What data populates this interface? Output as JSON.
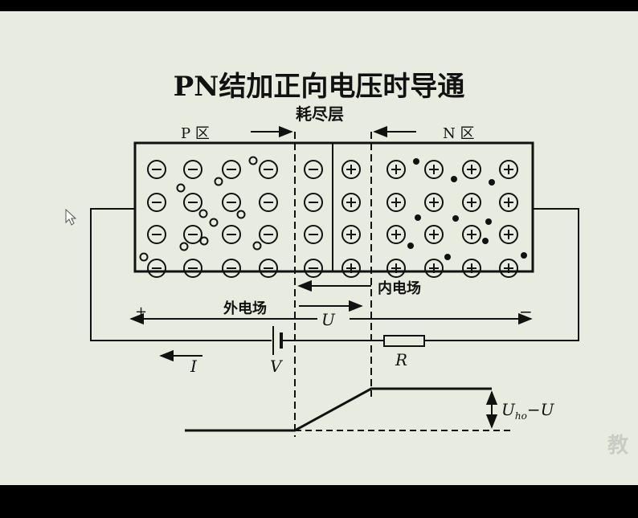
{
  "title": "PN结加正向电压时导通",
  "depletion_label": "耗尽层",
  "p_region_label": "P 区",
  "n_region_label": "N 区",
  "internal_field_label": "内电场",
  "external_field_label": "外电场",
  "plus_sign": "+",
  "minus_sign": "−",
  "voltage_U_label": "U",
  "current_label": "I",
  "battery_label": "V",
  "resistor_label": "R",
  "potential_label_main": "U",
  "potential_label_sub": "ho",
  "potential_label_tail": "−U",
  "watermark_text": "教",
  "colors": {
    "background": "#e8ece0",
    "ink": "#111111",
    "frame": "#000000"
  }
}
